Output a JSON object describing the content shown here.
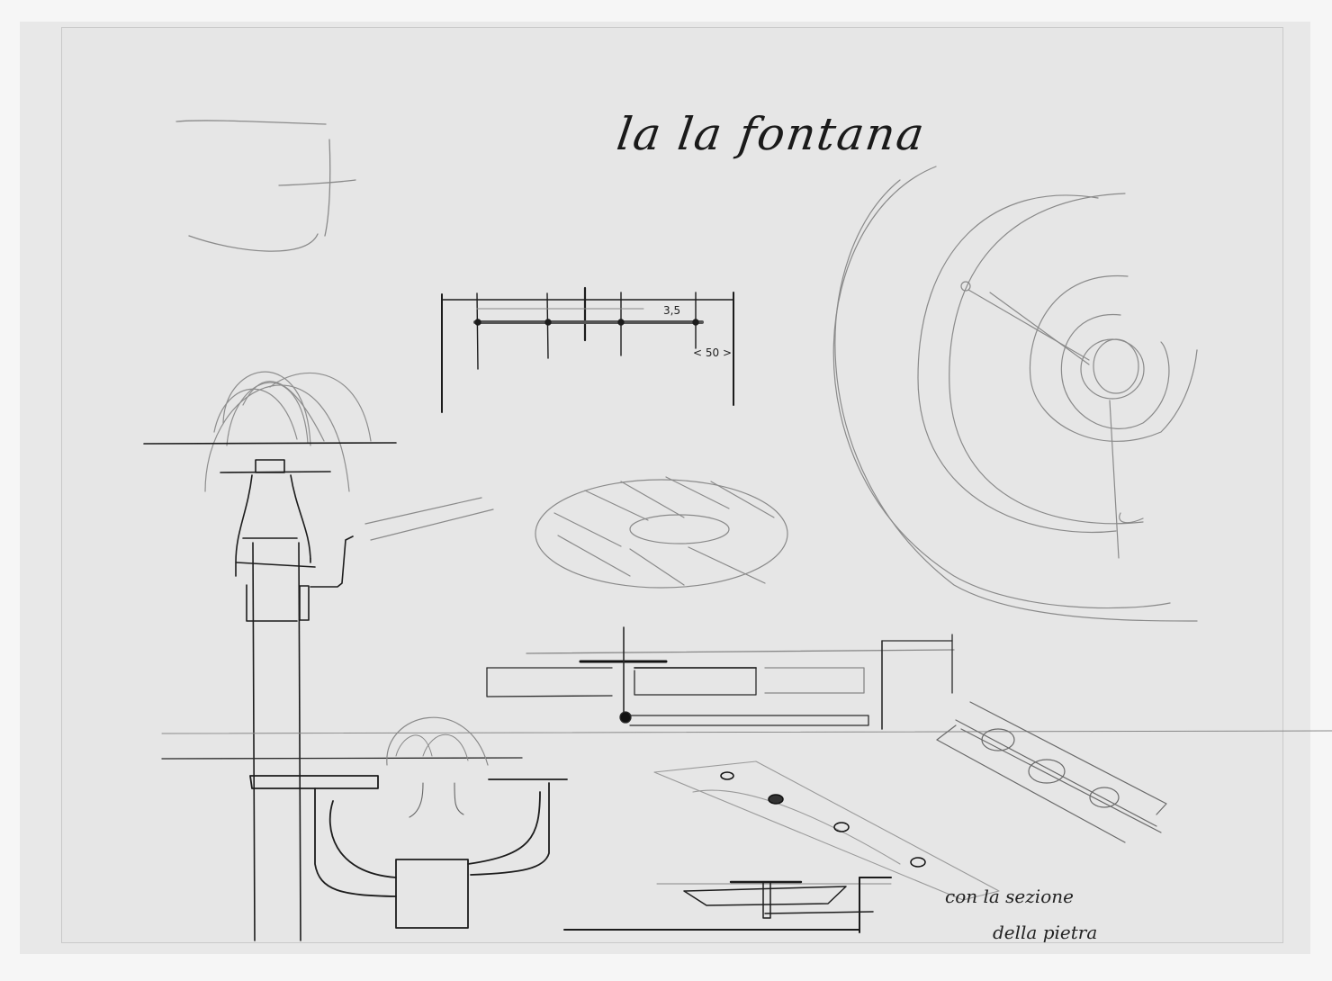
{
  "artwork": {
    "type": "architectural pencil and ink sketch",
    "subject": "fountain design studies",
    "paper_color": "#e6e6e6",
    "ink_color": "#1a1a1a",
    "pencil_color": "#8a8a8a"
  },
  "annotations": {
    "title": "la la fontana",
    "dimension_small": "3,5",
    "dimension_large": "< 50 >",
    "caption_line1": "con   la sezione",
    "caption_line2": "della   pietra"
  },
  "drawings": [
    {
      "id": "corner-study",
      "label": "rough bowl outline"
    },
    {
      "id": "fountain-elevation",
      "label": "fountain jet elevation with column and spout"
    },
    {
      "id": "dimension-plan",
      "label": "grid plan with dimensions"
    },
    {
      "id": "disc-perspective",
      "label": "hatched circular basin in perspective"
    },
    {
      "id": "concentric-plan",
      "label": "concentric circle plan"
    },
    {
      "id": "basin-section",
      "label": "long basin section"
    },
    {
      "id": "stone-strip-small",
      "label": "stone slab with three nozzles"
    },
    {
      "id": "stone-strip-large",
      "label": "stone slab with four jets"
    },
    {
      "id": "stone-section",
      "label": "stone section detail"
    },
    {
      "id": "pipe-elevation",
      "label": "U-pipe fountain elevation"
    }
  ]
}
